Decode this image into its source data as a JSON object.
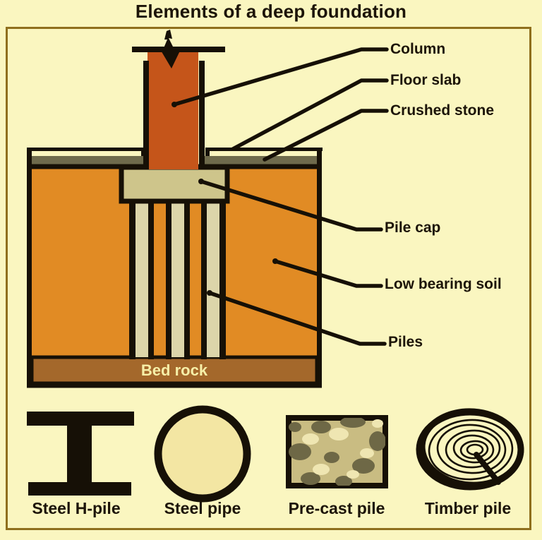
{
  "title": "Elements of a deep foundation",
  "labels": {
    "column": "Column",
    "floor_slab": "Floor slab",
    "crushed_stone": "Crushed stone",
    "pile_cap": "Pile cap",
    "low_bearing_soil": "Low bearing soil",
    "piles": "Piles",
    "bedrock": "Bed rock"
  },
  "pile_types": [
    {
      "label": "Steel H-pile",
      "icon": "steel-h-pile-icon"
    },
    {
      "label": "Steel pipe",
      "icon": "steel-pipe-icon"
    },
    {
      "label": "Pre-cast pile",
      "icon": "pre-cast-pile-icon"
    },
    {
      "label": "Timber pile",
      "icon": "timber-pile-icon"
    }
  ],
  "colors": {
    "background": "#FAF6C0",
    "border": "#8F6F1D",
    "outline": "#161006",
    "label_text": "#1C1408",
    "soil": "#E18B24",
    "column": "#C5551A",
    "pile_cap": "#CEC58B",
    "pile": "#DCD5AA",
    "crushed_stone": "#6F6B4C",
    "bedrock": "#A4682B",
    "bedrock_text": "#F6EFA8",
    "steel_pipe_fill": "#F3E6A3",
    "concrete_base": "#C9BC82",
    "concrete_dark": "#6E6846",
    "concrete_light": "#EFE6B2"
  }
}
